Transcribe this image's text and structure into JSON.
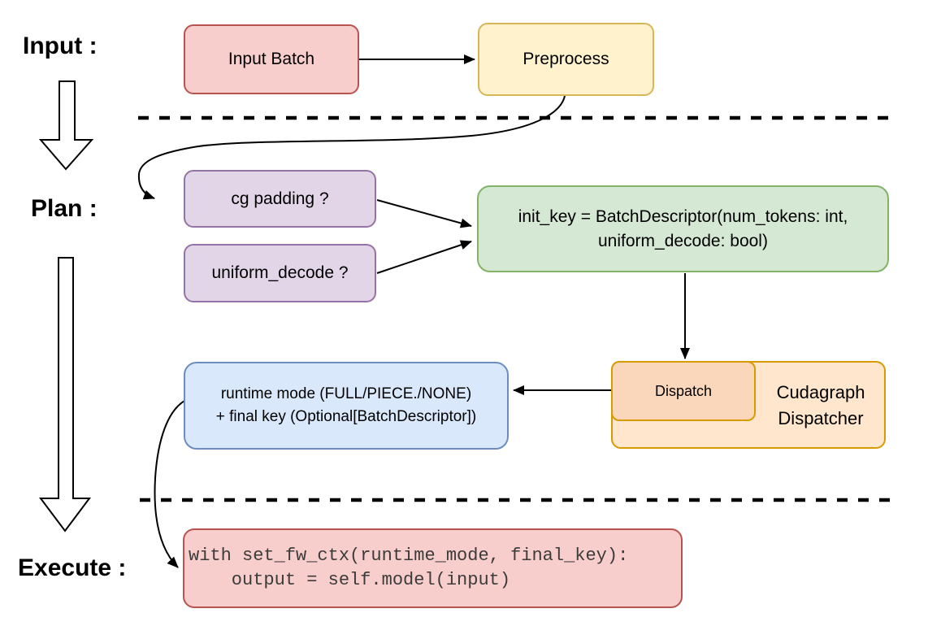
{
  "sections": {
    "input_label": "Input :",
    "plan_label": "Plan :",
    "execute_label": "Execute :"
  },
  "nodes": {
    "input_batch": {
      "label": "Input Batch"
    },
    "preprocess": {
      "label": "Preprocess"
    },
    "cg_padding": {
      "label": "cg padding ?"
    },
    "uniform_decode": {
      "label": "uniform_decode ?"
    },
    "init_key": {
      "line1": "init_key = BatchDescriptor(num_tokens: int,",
      "line2": "uniform_decode: bool)"
    },
    "dispatch": {
      "label": "Dispatch"
    },
    "cudagraph_dispatcher": {
      "line1": "Cudagraph",
      "line2": "Dispatcher"
    },
    "runtime_mode": {
      "line1": "runtime mode (FULL/PIECE./NONE)",
      "line2": "+ final key (Optional[BatchDescriptor])"
    },
    "execute_code": {
      "line1": "with set_fw_ctx(runtime_mode, final_key):",
      "line2": "    output = self.model(input)"
    }
  },
  "colors": {
    "red_fill": "#f8cecc",
    "red_stroke": "#b85450",
    "yellow_fill": "#fff2cc",
    "yellow_stroke": "#d6b656",
    "purple_fill": "#e1d5e7",
    "purple_stroke": "#9673a6",
    "green_fill": "#d5e8d4",
    "green_stroke": "#82b366",
    "orange_fill": "#ffe6cc",
    "orange_inner_fill": "#fad7bb",
    "orange_stroke": "#d79b00",
    "blue_fill": "#dae8fc",
    "blue_stroke": "#6c8ebf",
    "connector": "#000000"
  }
}
